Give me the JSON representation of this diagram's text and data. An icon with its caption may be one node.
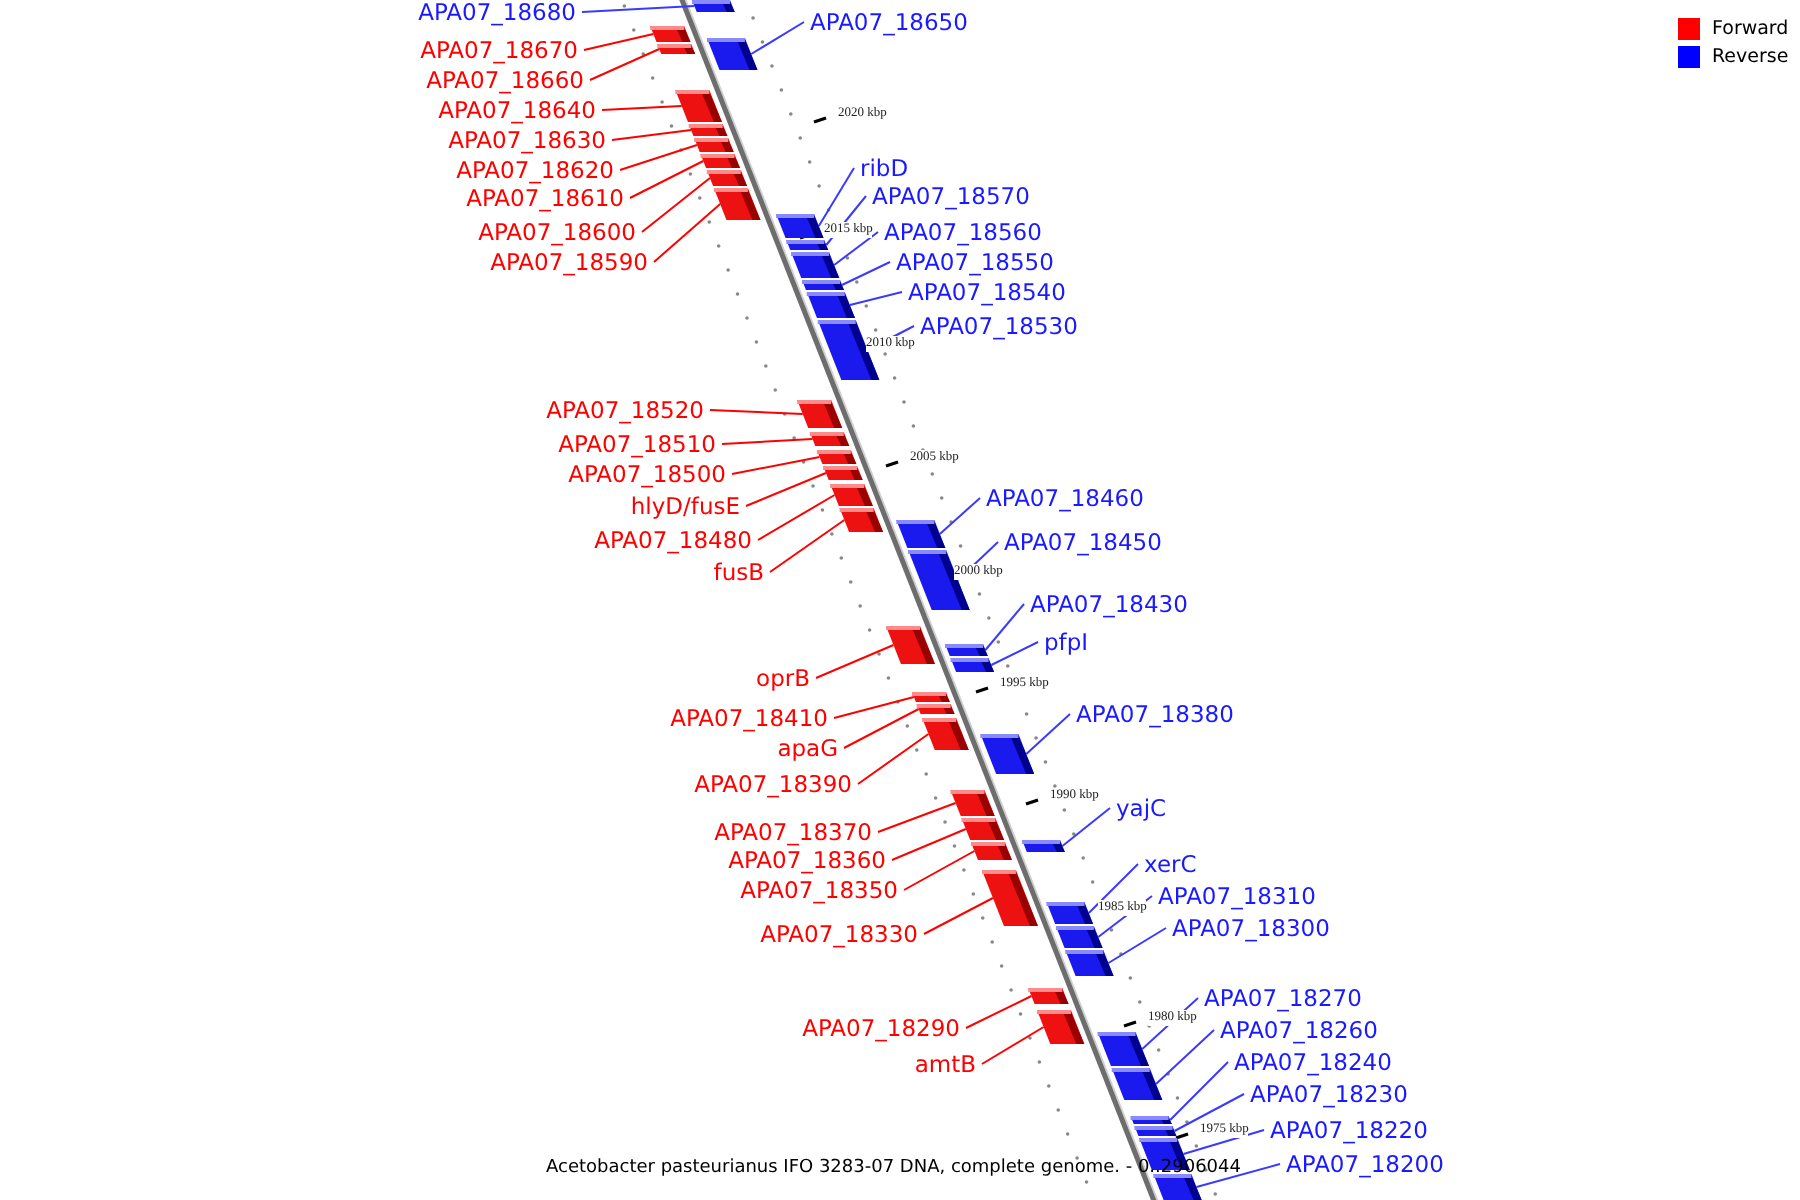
{
  "diagram": {
    "caption": "Acetobacter pasteurianus IFO 3283-07 DNA, complete genome. - 0..2906044",
    "nodes": [
      {
        "text": [
          "APA07_18680"
        ]
      },
      {
        "text": [],
        "shape": "bar"
      },
      {
        "text": [
          "APA07_18650"
        ]
      },
      {
        "text": [],
        "shape": "bar"
      },
      {
        "text": [
          "APA07_18670"
        ]
      },
      {
        "text": [],
        "shape": "bar"
      },
      {
        "text": [
          "APA07_18660"
        ]
      },
      {
        "text": [],
        "shape": "bar"
      },
      {
        "text": [
          "APA07_18640"
        ]
      },
      {
        "text": [],
        "shape": "bar"
      },
      {
        "text": [
          "APA07_18630"
        ]
      },
      {
        "text": [],
        "shape": "bar"
      },
      {
        "text": [
          "ribD"
        ]
      },
      {
        "text": [],
        "shape": "bar"
      },
      {
        "text": [
          "APA07_18620"
        ]
      },
      {
        "text": [],
        "shape": "bar"
      },
      {
        "text": [
          "APA07_18570"
        ]
      },
      {
        "text": [],
        "shape": "bar"
      },
      {
        "text": [
          "APA07_18610"
        ]
      },
      {
        "text": [],
        "shape": "bar"
      },
      {
        "text": [
          "APA07_18600"
        ]
      },
      {
        "text": [],
        "shape": "bar"
      },
      {
        "text": [
          "APA07_18560"
        ]
      },
      {
        "text": [],
        "shape": "bar"
      },
      {
        "text": [
          "APA07_18550"
        ]
      },
      {
        "text": [],
        "shape": "bar"
      },
      {
        "text": [
          "APA07_18590"
        ]
      },
      {
        "text": [],
        "shape": "bar"
      },
      {
        "text": [
          "APA07_18540"
        ]
      },
      {
        "text": [],
        "shape": "bar"
      },
      {
        "text": [
          "APA07_18530"
        ]
      },
      {
        "text": [],
        "shape": "bar"
      },
      {
        "text": [
          "APA07_18520"
        ]
      },
      {
        "text": [],
        "shape": "bar"
      },
      {
        "text": [
          "APA07_18510"
        ]
      },
      {
        "text": [],
        "shape": "bar"
      },
      {
        "text": [
          "APA07_18500"
        ]
      },
      {
        "text": [],
        "shape": "bar"
      },
      {
        "text": [
          "APA07_18460"
        ]
      },
      {
        "text": [],
        "shape": "bar"
      },
      {
        "text": [
          "hlyD/fusE"
        ]
      },
      {
        "text": [],
        "shape": "bar"
      },
      {
        "text": [
          "APA07_18480"
        ]
      },
      {
        "text": [],
        "shape": "bar"
      },
      {
        "text": [
          "APA07_18450"
        ]
      },
      {
        "text": [],
        "shape": "bar"
      },
      {
        "text": [
          "fusB"
        ]
      },
      {
        "text": [],
        "shape": "bar"
      },
      {
        "text": [
          "APA07_18430"
        ]
      },
      {
        "text": [],
        "shape": "bar"
      },
      {
        "text": [
          "pfpI"
        ]
      },
      {
        "text": [],
        "shape": "bar"
      },
      {
        "text": [
          "oprB"
        ]
      },
      {
        "text": [],
        "shape": "bar"
      },
      {
        "text": [
          "APA07_18380"
        ]
      },
      {
        "text": [],
        "shape": "bar"
      },
      {
        "text": [
          "APA07_18410"
        ]
      },
      {
        "text": [],
        "shape": "bar"
      },
      {
        "text": [
          "apaG"
        ]
      },
      {
        "text": [],
        "shape": "bar"
      },
      {
        "text": [
          "APA07_18390"
        ]
      },
      {
        "text": [],
        "shape": "bar"
      },
      {
        "text": [
          "yajC"
        ]
      },
      {
        "text": [],
        "shape": "bar"
      },
      {
        "text": [
          "APA07_18370"
        ]
      },
      {
        "text": [],
        "shape": "bar"
      },
      {
        "text": [
          "APA07_18360"
        ]
      },
      {
        "text": [],
        "shape": "bar"
      },
      {
        "text": [
          "xerC"
        ]
      },
      {
        "text": [],
        "shape": "bar"
      },
      {
        "text": [
          "APA07_18350"
        ]
      },
      {
        "text": [],
        "shape": "bar"
      },
      {
        "text": [
          "APA07_18310"
        ]
      },
      {
        "text": [],
        "shape": "bar"
      },
      {
        "text": [
          "APA07_18300"
        ]
      },
      {
        "text": [],
        "shape": "bar"
      },
      {
        "text": [
          "APA07_18330"
        ]
      },
      {
        "text": [],
        "shape": "bar"
      },
      {
        "text": [
          "APA07_18270"
        ]
      },
      {
        "text": [],
        "shape": "bar"
      },
      {
        "text": [
          "APA07_18290"
        ]
      },
      {
        "text": [],
        "shape": "bar"
      },
      {
        "text": [
          "APA07_18260"
        ]
      },
      {
        "text": [],
        "shape": "bar"
      },
      {
        "text": [
          "APA07_18240"
        ]
      },
      {
        "text": [],
        "shape": "bar"
      },
      {
        "text": [
          "amtB"
        ]
      },
      {
        "text": [],
        "shape": "bar"
      },
      {
        "text": [
          "APA07_18230"
        ]
      },
      {
        "text": [],
        "shape": "bar"
      },
      {
        "text": [
          "APA07_18220"
        ]
      },
      {
        "text": [],
        "shape": "bar"
      },
      {
        "text": [
          "APA07_18200"
        ]
      },
      {
        "text": [],
        "shape": "bar"
      }
    ],
    "edges": [
      {
        "from": 0,
        "to": 1,
        "arrow": "none",
        "color": "#3a3aff"
      },
      {
        "from": 2,
        "to": 3,
        "arrow": "none",
        "color": "#3a3aff"
      },
      {
        "from": 4,
        "to": 5,
        "arrow": "none",
        "color": "#ff0000"
      },
      {
        "from": 6,
        "to": 7,
        "arrow": "none",
        "color": "#ff0000"
      },
      {
        "from": 8,
        "to": 9,
        "arrow": "none",
        "color": "#ff0000"
      },
      {
        "from": 10,
        "to": 11,
        "arrow": "none",
        "color": "#ff0000"
      },
      {
        "from": 12,
        "to": 13,
        "arrow": "none",
        "color": "#3a3aff"
      },
      {
        "from": 14,
        "to": 15,
        "arrow": "none",
        "color": "#ff0000"
      },
      {
        "from": 16,
        "to": 17,
        "arrow": "none",
        "color": "#3a3aff"
      },
      {
        "from": 18,
        "to": 19,
        "arrow": "none",
        "color": "#ff0000"
      },
      {
        "from": 20,
        "to": 21,
        "arrow": "none",
        "color": "#ff0000"
      },
      {
        "from": 22,
        "to": 23,
        "arrow": "none",
        "color": "#3a3aff"
      },
      {
        "from": 24,
        "to": 25,
        "arrow": "none",
        "color": "#3a3aff"
      },
      {
        "from": 26,
        "to": 27,
        "arrow": "none",
        "color": "#ff0000"
      },
      {
        "from": 28,
        "to": 29,
        "arrow": "none",
        "color": "#3a3aff"
      },
      {
        "from": 30,
        "to": 31,
        "arrow": "none",
        "color": "#3a3aff"
      },
      {
        "from": 32,
        "to": 33,
        "arrow": "none",
        "color": "#ff0000"
      },
      {
        "from": 34,
        "to": 35,
        "arrow": "none",
        "color": "#ff0000"
      },
      {
        "from": 36,
        "to": 37,
        "arrow": "none",
        "color": "#ff0000"
      },
      {
        "from": 38,
        "to": 39,
        "arrow": "none",
        "color": "#3a3aff"
      },
      {
        "from": 40,
        "to": 41,
        "arrow": "none",
        "color": "#ff0000"
      },
      {
        "from": 42,
        "to": 43,
        "arrow": "none",
        "color": "#ff0000"
      },
      {
        "from": 44,
        "to": 45,
        "arrow": "none",
        "color": "#3a3aff"
      },
      {
        "from": 46,
        "to": 47,
        "arrow": "none",
        "color": "#ff0000"
      },
      {
        "from": 48,
        "to": 49,
        "arrow": "none",
        "color": "#3a3aff"
      },
      {
        "from": 50,
        "to": 51,
        "arrow": "none",
        "color": "#3a3aff"
      },
      {
        "from": 52,
        "to": 53,
        "arrow": "none",
        "color": "#ff0000"
      },
      {
        "from": 54,
        "to": 55,
        "arrow": "none",
        "color": "#3a3aff"
      },
      {
        "from": 56,
        "to": 57,
        "arrow": "none",
        "color": "#ff0000"
      },
      {
        "from": 58,
        "to": 59,
        "arrow": "none",
        "color": "#ff0000"
      },
      {
        "from": 60,
        "to": 61,
        "arrow": "none",
        "color": "#ff0000"
      },
      {
        "from": 62,
        "to": 63,
        "arrow": "none",
        "color": "#3a3aff"
      },
      {
        "from": 64,
        "to": 65,
        "arrow": "none",
        "color": "#ff0000"
      },
      {
        "from": 66,
        "to": 67,
        "arrow": "none",
        "color": "#ff0000"
      },
      {
        "from": 68,
        "to": 69,
        "arrow": "none",
        "color": "#3a3aff"
      },
      {
        "from": 70,
        "to": 71,
        "arrow": "none",
        "color": "#ff0000"
      },
      {
        "from": 72,
        "to": 73,
        "arrow": "none",
        "color": "#3a3aff"
      },
      {
        "from": 74,
        "to": 75,
        "arrow": "none",
        "color": "#3a3aff"
      },
      {
        "from": 76,
        "to": 77,
        "arrow": "none",
        "color": "#ff0000"
      },
      {
        "from": 78,
        "to": 79,
        "arrow": "none",
        "color": "#3a3aff"
      },
      {
        "from": 80,
        "to": 81,
        "arrow": "none",
        "color": "#ff0000"
      },
      {
        "from": 82,
        "to": 83,
        "arrow": "none",
        "color": "#3a3aff"
      },
      {
        "from": 84,
        "to": 85,
        "arrow": "none",
        "color": "#3a3aff"
      },
      {
        "from": 86,
        "to": 87,
        "arrow": "none",
        "color": "#ff0000"
      },
      {
        "from": 88,
        "to": 89,
        "arrow": "none",
        "color": "#3a3aff"
      },
      {
        "from": 90,
        "to": 91,
        "arrow": "none",
        "color": "#3a3aff"
      },
      {
        "from": 92,
        "to": 93,
        "arrow": "none",
        "color": "#3a3aff"
      }
    ],
    "labels": [
      "2020 kbp",
      "2015 kbp",
      "2010 kbp",
      "2005 kbp",
      "2000 kbp",
      "1995 kbp",
      "1990 kbp",
      "1985 kbp",
      "1980 kbp",
      "1975 kbp"
    ],
    "legend": [
      {
        "text": "Forward",
        "color": "#ff0000"
      },
      {
        "text": "Reverse",
        "color": "#0000ff"
      }
    ]
  }
}
